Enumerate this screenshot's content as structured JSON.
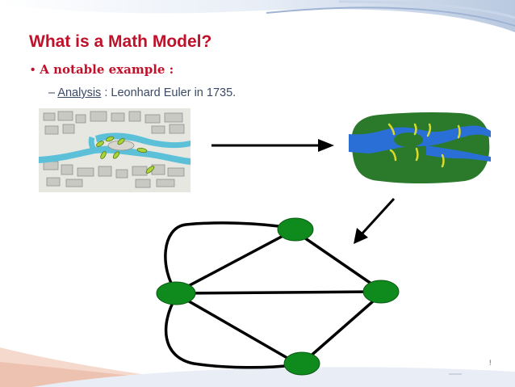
{
  "slide": {
    "title": "What is a Math Model?",
    "bullet_marker": "•",
    "bullet": "A notable example :",
    "sub_dash": "–",
    "sub_link": "Analysis",
    "sub_text": " : Leonhard Euler in 1735.",
    "page_number": "!"
  },
  "colors": {
    "title": "#c0102a",
    "body_text": "#3a4a66",
    "node_green": "#0f8a1c",
    "river_blue": "#2a6fd6",
    "bridge_yellow": "#d9d92a",
    "land_green": "#2b7a2b"
  },
  "graph": {
    "nodes": [
      "top",
      "left",
      "right",
      "bottom"
    ],
    "edges": [
      [
        "left",
        "top"
      ],
      [
        "left",
        "top"
      ],
      [
        "left",
        "bottom"
      ],
      [
        "left",
        "bottom"
      ],
      [
        "left",
        "right"
      ],
      [
        "top",
        "right"
      ],
      [
        "bottom",
        "right"
      ]
    ]
  }
}
